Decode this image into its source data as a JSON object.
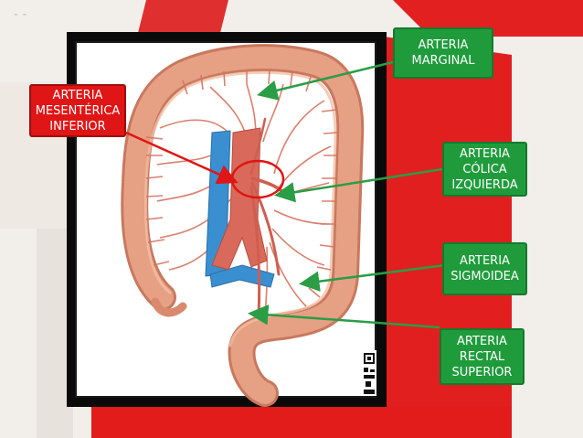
{
  "labels": {
    "marginal": "ARTERIA\nMARGINAL",
    "mesenterica": "ARTERIA\nMESENTÉRICA\nINFERIOR",
    "colica": "ARTERIA\nCÓLICA\nIZQUIERDA",
    "sigmoidea": "ARTERIA\nSIGMOIDEA",
    "rectal": "ARTERIA\nRECTAL\nSUPERIOR"
  },
  "colors": {
    "label_green": "#1f9b3c",
    "label_red": "#e01515",
    "arrow_green": "#2a9d45",
    "arrow_red": "#e01515",
    "colon": "#e39a7d",
    "artery": "#d9695a",
    "vein": "#3a8fd0"
  }
}
